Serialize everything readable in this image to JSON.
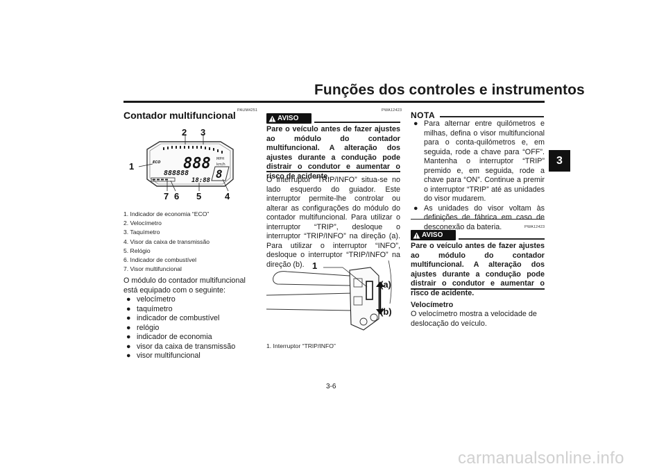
{
  "header": {
    "title": "Funções dos controles e instrumentos",
    "chapter_tab": "3",
    "page_number": "3-6"
  },
  "col1": {
    "code": "PAUM4251",
    "title": "Contador multifuncional",
    "figure_labels": [
      "1",
      "2",
      "3",
      "4",
      "5",
      "6",
      "7"
    ],
    "captions": [
      "1. Indicador de economia “ECO”",
      "2. Velocímetro",
      "3. Taquímetro",
      "4. Visor da caixa de transmissão",
      "5. Relógio",
      "6. Indicador de combustível",
      "7. Visor multifuncional"
    ],
    "intro": "O módulo do contador multifuncional está equipado com o seguinte:",
    "bullets": [
      "velocímetro",
      "taquímetro",
      "indicador de combustível",
      "relógio",
      "indicador de economia",
      "visor da caixa de transmissão",
      "visor multifuncional"
    ]
  },
  "col2": {
    "code": "PWA12423",
    "aviso_label": "AVISO",
    "warning": "Pare o veículo antes de fazer ajustes ao módulo do contador multifuncional. A alteração dos ajustes durante a condução pode distrair o condutor e aumentar o risco de acidente.",
    "body": "O interruptor “TRIP/INFO” situa-se no lado esquerdo do guiador. Este interruptor permite-lhe controlar ou alterar as configurações do módulo do contador multifuncional. Para utilizar o interruptor “TRIP”, desloque o interruptor “TRIP/INFO” na direção (a). Para utilizar o interruptor “INFO”, desloque o interruptor “TRIP/INFO” na direção (b).",
    "figure_labels": {
      "num": "1",
      "a": "(a)",
      "b": "(b)"
    },
    "caption": "1. Interruptor “TRIP/INFO”"
  },
  "col3": {
    "nota_label": "NOTA",
    "nota_bullets": [
      "Para alternar entre quilómetros e milhas, defina o visor multifuncional para o conta-quilómetros e, em seguida, rode a chave para “OFF”. Mantenha o interruptor “TRIP” premido e, em seguida, rode a chave para “ON”. Continue a premir o interruptor “TRIP” até as unidades do visor mudarem.",
      "As unidades do visor voltam às definições de fábrica em caso de descone­xão da bateria."
    ],
    "code": "PWA12423",
    "aviso_label": "AVISO",
    "warning": "Pare o veículo antes de fazer ajustes ao módulo do contador multifuncional. A alteração dos ajustes durante a condução pode distrair o condutor e aumentar o risco de acidente.",
    "sub_title": "Velocímetro",
    "sub_body": "O velocímetro mostra a velocidade de deslocação do veículo."
  },
  "footer": {
    "watermark": "carmanualsonline.info"
  }
}
